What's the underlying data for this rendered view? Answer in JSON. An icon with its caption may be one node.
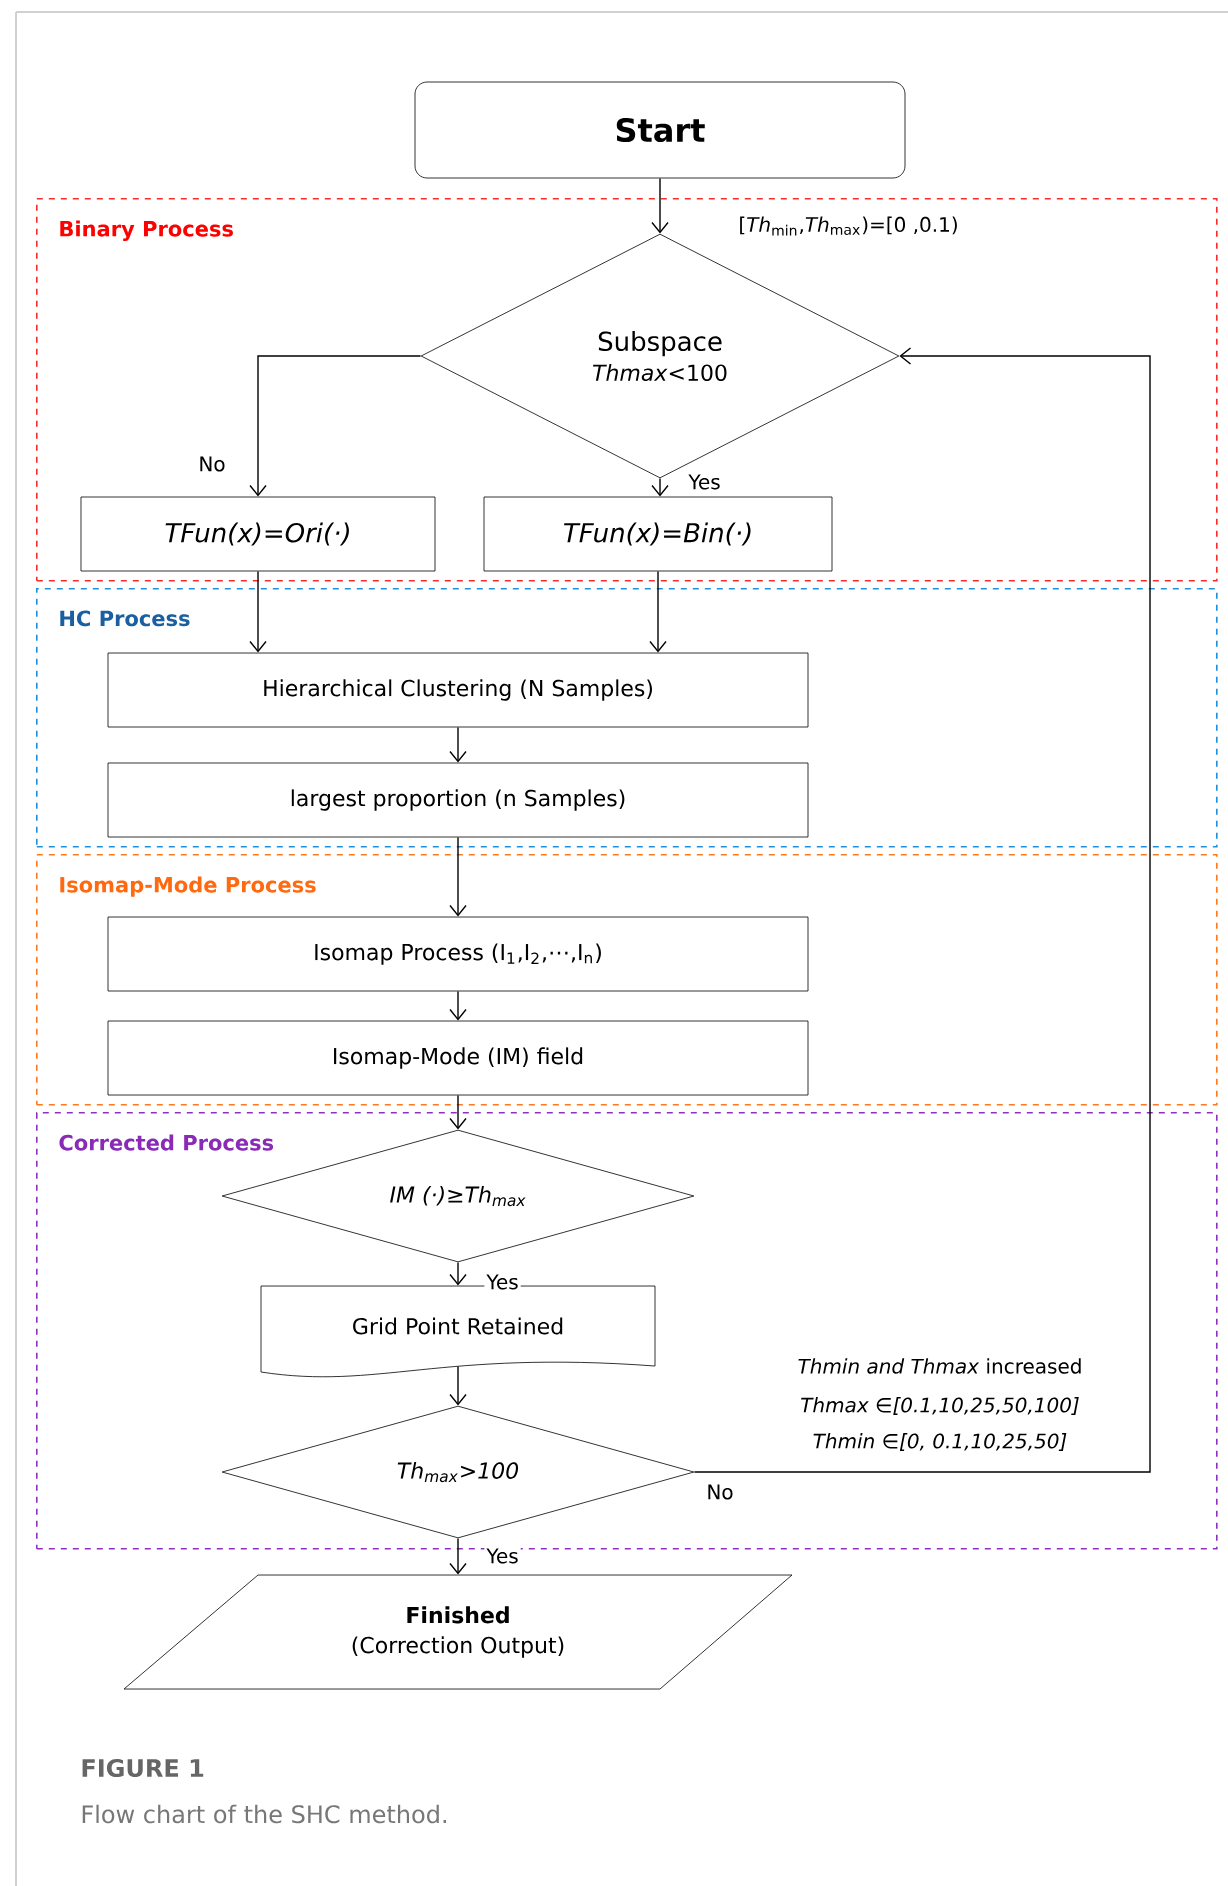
{
  "diagram": {
    "caption": "Flow chart of the SHC method.",
    "nodes": [
      {
        "text": [
          "Start"
        ]
      },
      {
        "text": [
          "Binary Process"
        ]
      },
      {
        "text": [
          "Subspace",
          "*Thmax*<100"
        ],
        "in": 1
      },
      {
        "text": [
          "TFun(x)=Ori(·)"
        ],
        "in": 1
      },
      {
        "text": [
          "TFun(x)=Bin(·)"
        ],
        "in": 1
      },
      {
        "text": [
          "HC Process"
        ]
      },
      {
        "text": [
          "Hierarchical Clustering (N Samples)"
        ],
        "in": 5
      },
      {
        "text": [
          "largest proportion (n Samples)"
        ],
        "in": 5
      },
      {
        "text": [
          "Isomap-Mode Process"
        ]
      },
      {
        "text": [
          "Isomap Process (I$_{1}$,I$_{2}$,⋯,I$_{n}$)"
        ],
        "in": 8
      },
      {
        "text": [
          "Isomap-Mode (IM) field"
        ],
        "in": 8
      },
      {
        "text": [
          "Corrected Process"
        ]
      },
      {
        "text": [
          "IM (·)≥Th$_{max}$"
        ],
        "in": 11
      },
      {
        "text": [
          "Grid Point Retained"
        ],
        "in": 11
      },
      {
        "text": [
          "Th$_{max}$>100"
        ],
        "in": 11
      },
      {
        "text": [
          "Finished",
          "(Correction Output)"
        ]
      }
    ],
    "edges": [
      {
        "from": 0,
        "to": 2,
        "arrow": "to",
        "label": "[*Th*$_{min}$,*Th*$_{max}$)=[0 ,0.1)"
      },
      {
        "from": 2,
        "to": 3,
        "arrow": "to",
        "label": "No"
      },
      {
        "from": 2,
        "to": 4,
        "arrow": "to",
        "label": "Yes"
      },
      {
        "from": 3,
        "to": 6,
        "arrow": "to"
      },
      {
        "from": 4,
        "to": 6,
        "arrow": "to"
      },
      {
        "from": 6,
        "to": 7,
        "arrow": "to"
      },
      {
        "from": 7,
        "to": 9,
        "arrow": "to"
      },
      {
        "from": 9,
        "to": 10,
        "arrow": "to"
      },
      {
        "from": 10,
        "to": 12,
        "arrow": "to"
      },
      {
        "from": 12,
        "to": 13,
        "arrow": "to",
        "label": "Yes"
      },
      {
        "from": 13,
        "to": 14,
        "arrow": "to"
      },
      {
        "from": 14,
        "to": 15,
        "arrow": "to",
        "label": "Yes"
      },
      {
        "from": 14,
        "to": 2,
        "arrow": "to",
        "label": "No"
      }
    ],
    "labels": [
      "*Thmin and Thmax* increased",
      "Thmax ∈[0.1,10,25,50,100]",
      "Thmin ∈[0, 0.1,10,25,50]",
      "FIGURE 1"
    ]
  }
}
